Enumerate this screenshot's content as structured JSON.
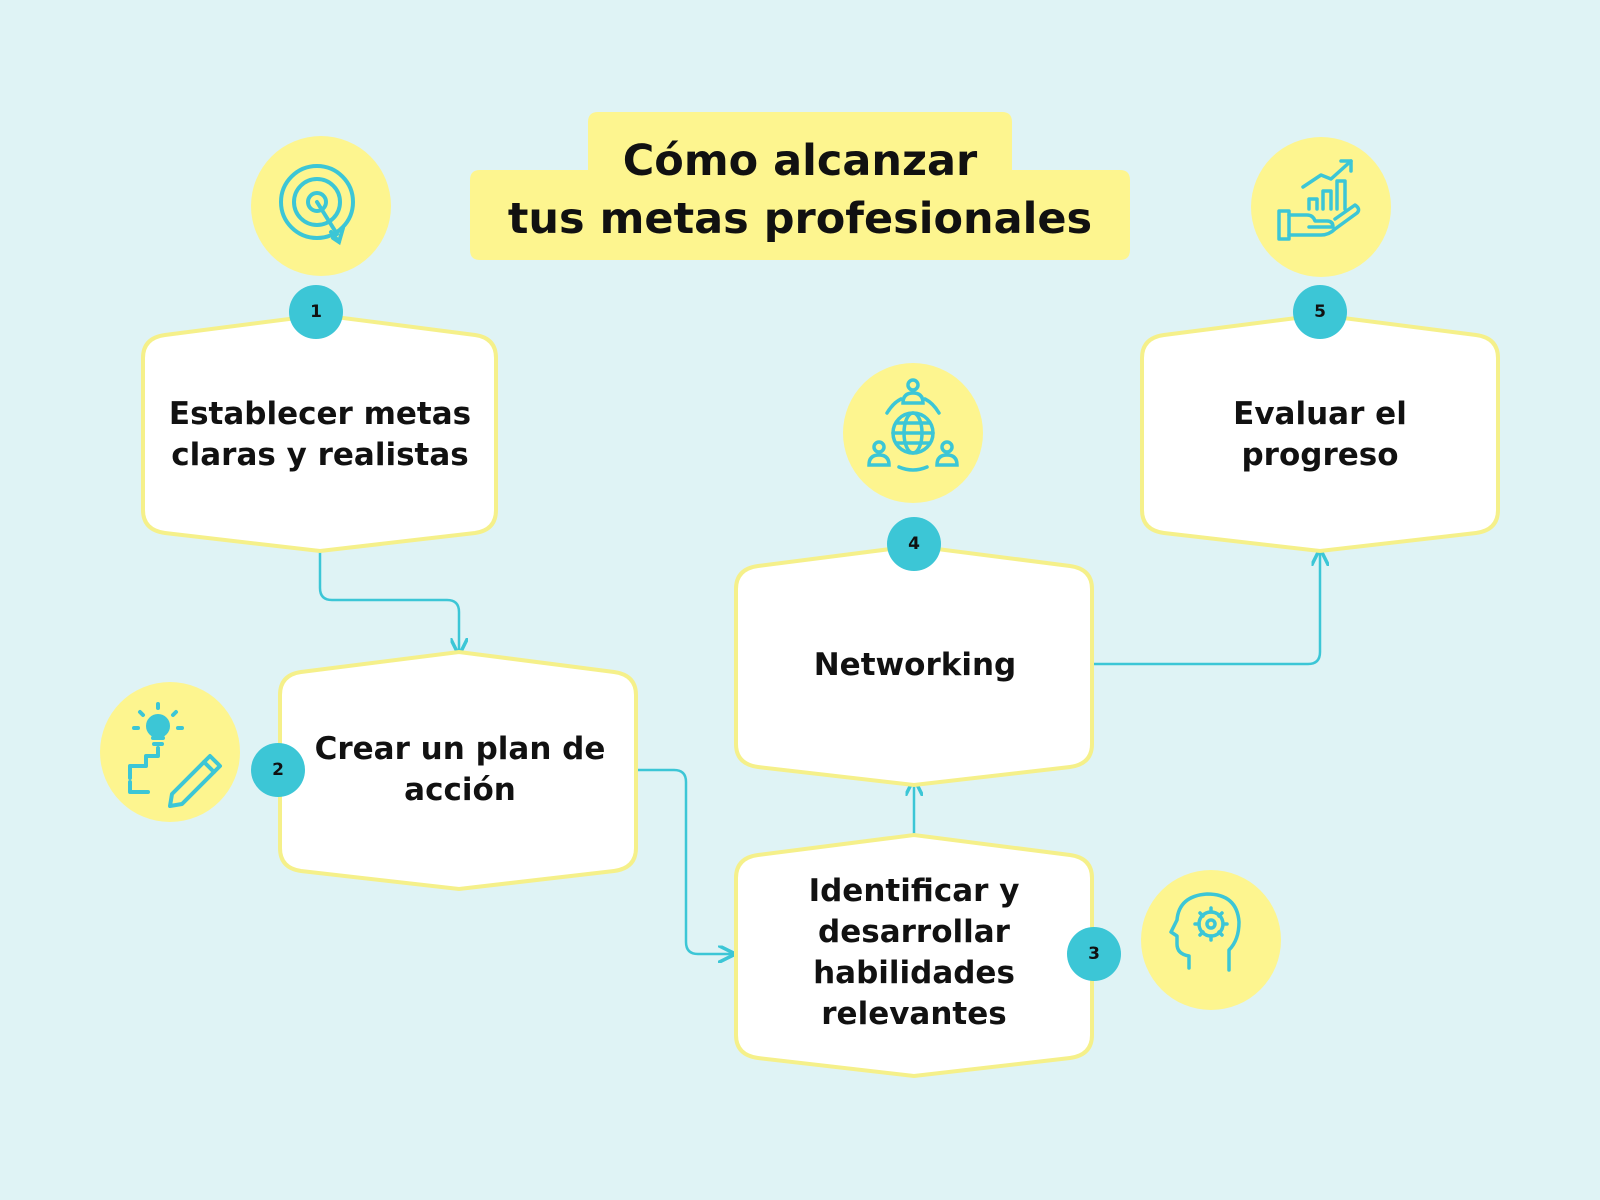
{
  "title": {
    "line1": "Cómo alcanzar",
    "line2": "tus metas profesionales"
  },
  "steps": [
    {
      "number": "1",
      "label": "Establecer metas claras y realistas",
      "icon": "target-icon"
    },
    {
      "number": "2",
      "label": "Crear un plan de acción",
      "icon": "idea-pencil-icon"
    },
    {
      "number": "3",
      "label": "Identificar y desarrollar habilidades relevantes",
      "icon": "brain-head-icon"
    },
    {
      "number": "4",
      "label": "Networking",
      "icon": "global-network-icon"
    },
    {
      "number": "5",
      "label": "Evaluar el progreso",
      "icon": "growth-hand-icon"
    }
  ],
  "colors": {
    "background": "#dff3f5",
    "accent_yellow": "#fdf58f",
    "accent_cyan": "#3cc6d6",
    "card_fill": "#ffffff",
    "card_border": "#f5f08a",
    "text": "#111111"
  }
}
